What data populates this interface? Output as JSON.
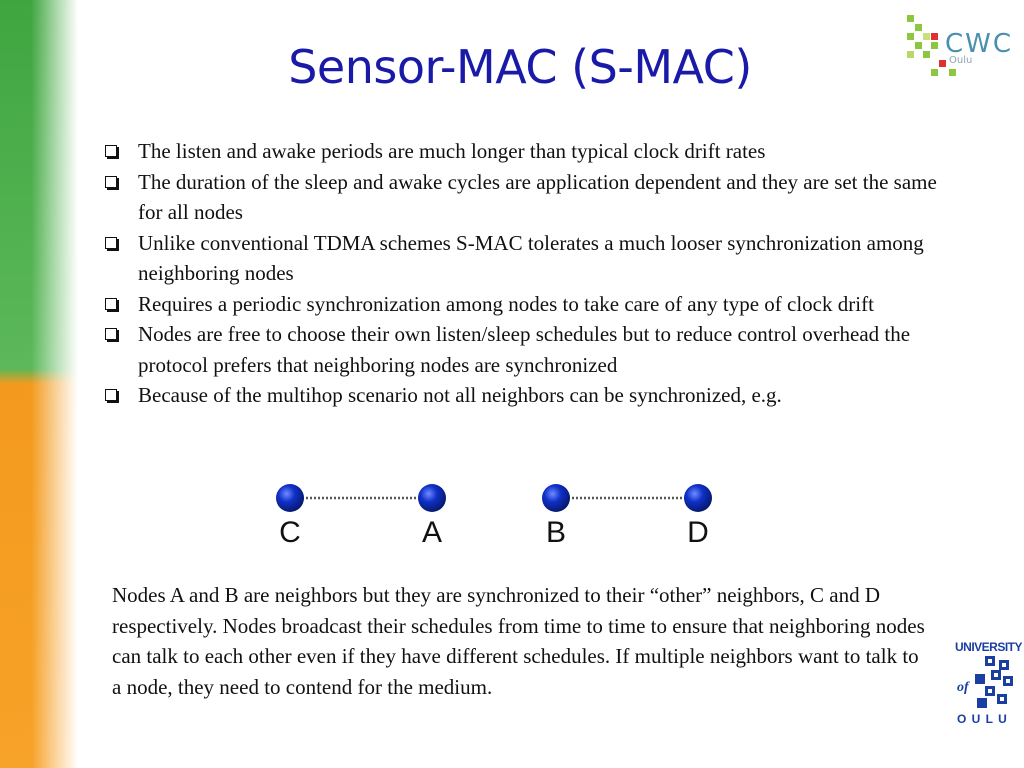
{
  "slide": {
    "title": "Sensor-MAC (S-MAC)",
    "bullets": [
      "The listen and awake periods are much longer than typical clock drift rates",
      "The duration of the sleep and awake cycles are application dependent and they are set the same for all nodes",
      "Unlike conventional TDMA schemes S-MAC tolerates a much looser synchronization among neighboring nodes",
      "Requires a periodic synchronization among nodes to take care of any type of clock drift",
      "Nodes are free to choose their own listen/sleep schedules but to reduce control overhead the protocol prefers that neighboring nodes are synchronized",
      "Because of the multihop scenario not all neighbors can be synchronized, e.g."
    ],
    "paragraph": "Nodes A and B are neighbors but they are synchronized to their “other” neighbors, C and D respectively. Nodes broadcast their schedules from time to time to ensure that neighboring nodes can talk to each other even if they have different schedules. If multiple neighbors want to talk to a node, they need to contend for the medium."
  },
  "diagram": {
    "nodes": [
      "C",
      "A",
      "B",
      "D"
    ],
    "links": [
      [
        "C",
        "A"
      ],
      [
        "B",
        "D"
      ]
    ],
    "node_color": "#1030c8"
  },
  "logos": {
    "cwc": {
      "text": "CWC",
      "sub": "Oulu"
    },
    "university": {
      "top": "UNIVERSITY",
      "of": "of",
      "bottom": "O U L U"
    }
  },
  "colors": {
    "title": "#1a1aa8",
    "sidebar_green": "#3fa63f",
    "sidebar_orange": "#f39a1e"
  }
}
